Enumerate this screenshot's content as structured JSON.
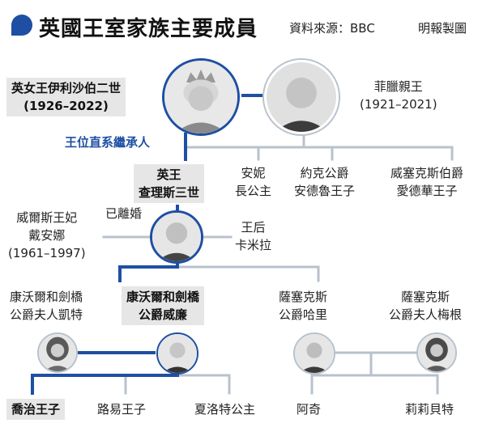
{
  "header": {
    "title": "英國王室家族主要成員",
    "source": "資料來源：BBC",
    "credit": "明報製圖"
  },
  "colors": {
    "line_main": "#1e4fa3",
    "line_other": "#b8c2cc",
    "label_box": "#e6e6e6",
    "accent": "#1e4fa3"
  },
  "annotations": {
    "succession": "王位直系繼承人",
    "divorced": "已離婚"
  },
  "people": {
    "elizabeth": {
      "line1": "英女王伊利沙伯二世",
      "line2": "(1926–2022)"
    },
    "philip": {
      "line1": "菲臘親王",
      "line2": "(1921–2021)"
    },
    "charles": {
      "line1": "英王",
      "line2": "查理斯三世"
    },
    "anne": {
      "line1": "安妮",
      "line2": "長公主"
    },
    "andrew": {
      "line1": "約克公爵",
      "line2": "安德魯王子"
    },
    "edward": {
      "line1": "威塞克斯伯爵",
      "line2": "愛德華王子"
    },
    "diana": {
      "line1": "威爾斯王妃",
      "line2": "戴安娜",
      "line3": "(1961–1997)"
    },
    "camilla": {
      "line1": "王后",
      "line2": "卡米拉"
    },
    "william": {
      "line1": "康沃爾和劍橋",
      "line2": "公爵威廉"
    },
    "harry": {
      "line1": "薩塞克斯",
      "line2": "公爵哈里"
    },
    "kate": {
      "line1": "康沃爾和劍橋",
      "line2": "公爵夫人凱特"
    },
    "meghan": {
      "line1": "薩塞克斯",
      "line2": "公爵夫人梅根"
    },
    "george": {
      "name": "喬治王子"
    },
    "louis": {
      "name": "路易王子"
    },
    "charlotte": {
      "name": "夏洛特公主"
    },
    "archie": {
      "name": "阿奇"
    },
    "lilibet": {
      "name": "莉莉貝特"
    }
  }
}
